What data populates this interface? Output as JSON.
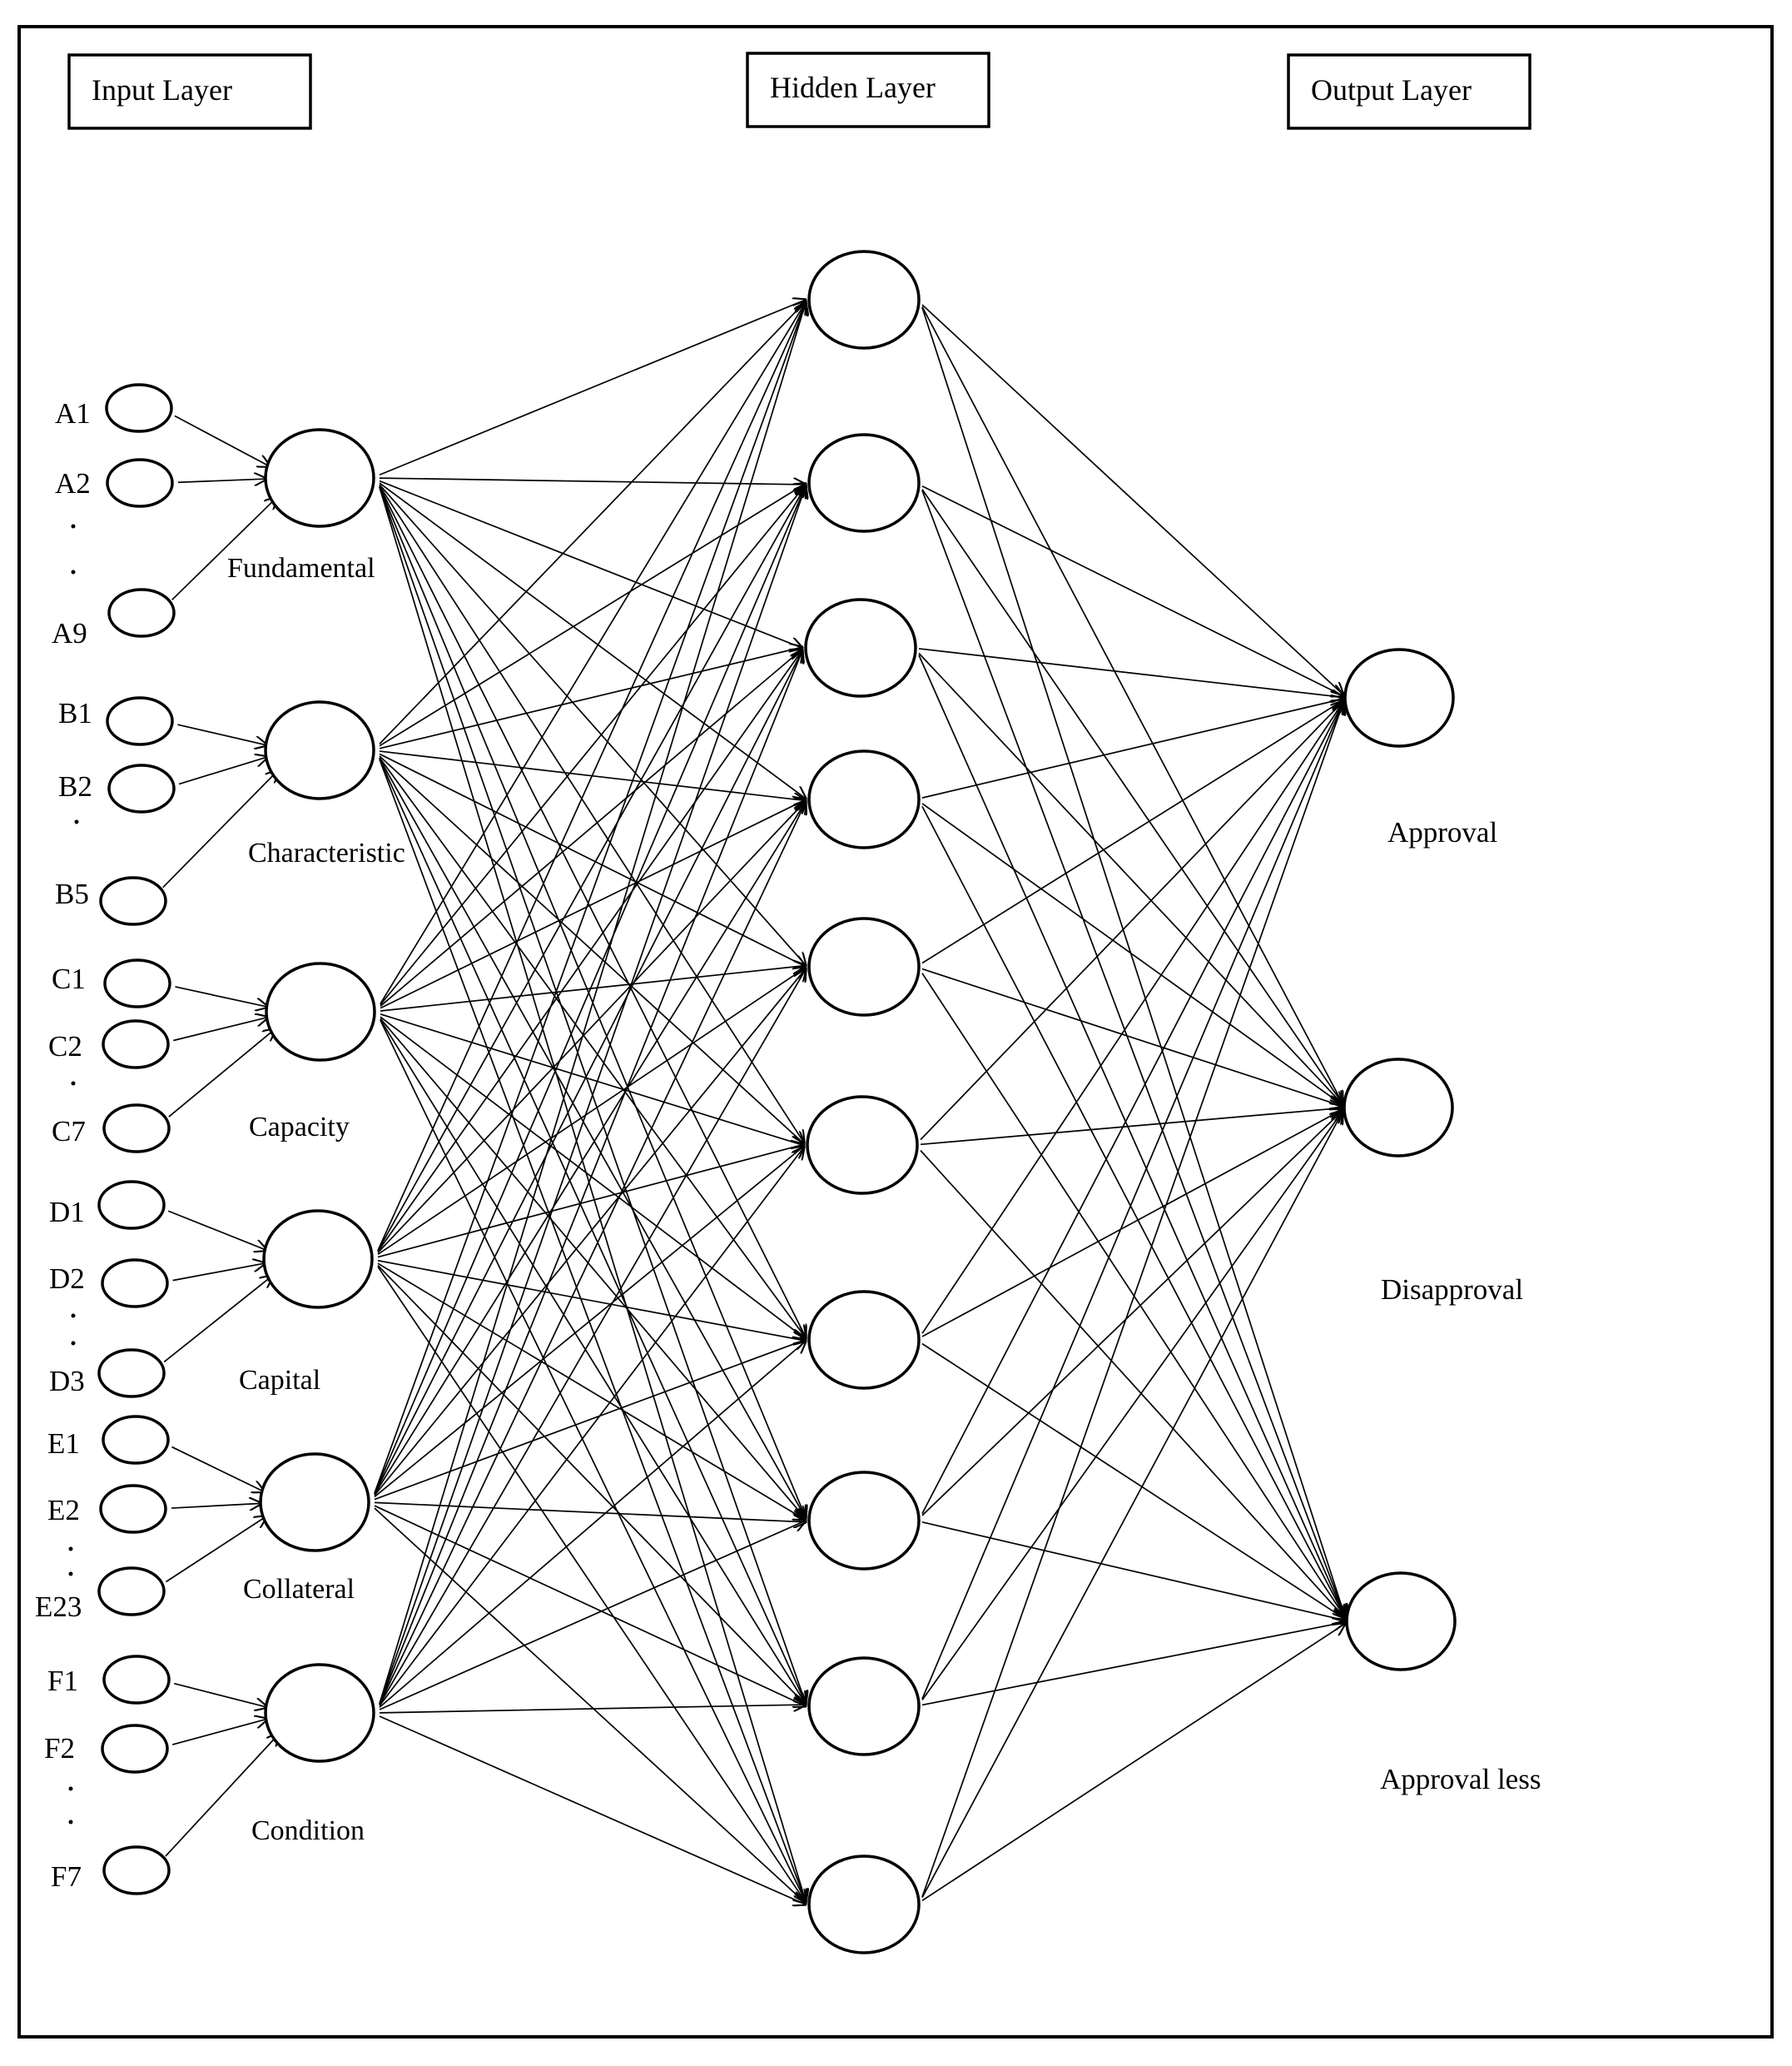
{
  "layers": {
    "input": "Input Layer",
    "hidden": "Hidden Layer",
    "output": "Output Layer"
  },
  "groups": [
    {
      "name": "Fundamental",
      "inputs": [
        "A1",
        "A2",
        "A9"
      ]
    },
    {
      "name": "Characteristic",
      "inputs": [
        "B1",
        "B2",
        "B5"
      ]
    },
    {
      "name": "Capacity",
      "inputs": [
        "C1",
        "C2",
        "C7"
      ]
    },
    {
      "name": "Capital",
      "inputs": [
        "D1",
        "D2",
        "D3"
      ]
    },
    {
      "name": "Collateral",
      "inputs": [
        "E1",
        "E2",
        "E23"
      ]
    },
    {
      "name": "Condition",
      "inputs": [
        "F1",
        "F2",
        "F7"
      ]
    }
  ],
  "hidden_node_count": 10,
  "outputs": [
    "Approval",
    "Disapproval",
    "Approval less"
  ]
}
